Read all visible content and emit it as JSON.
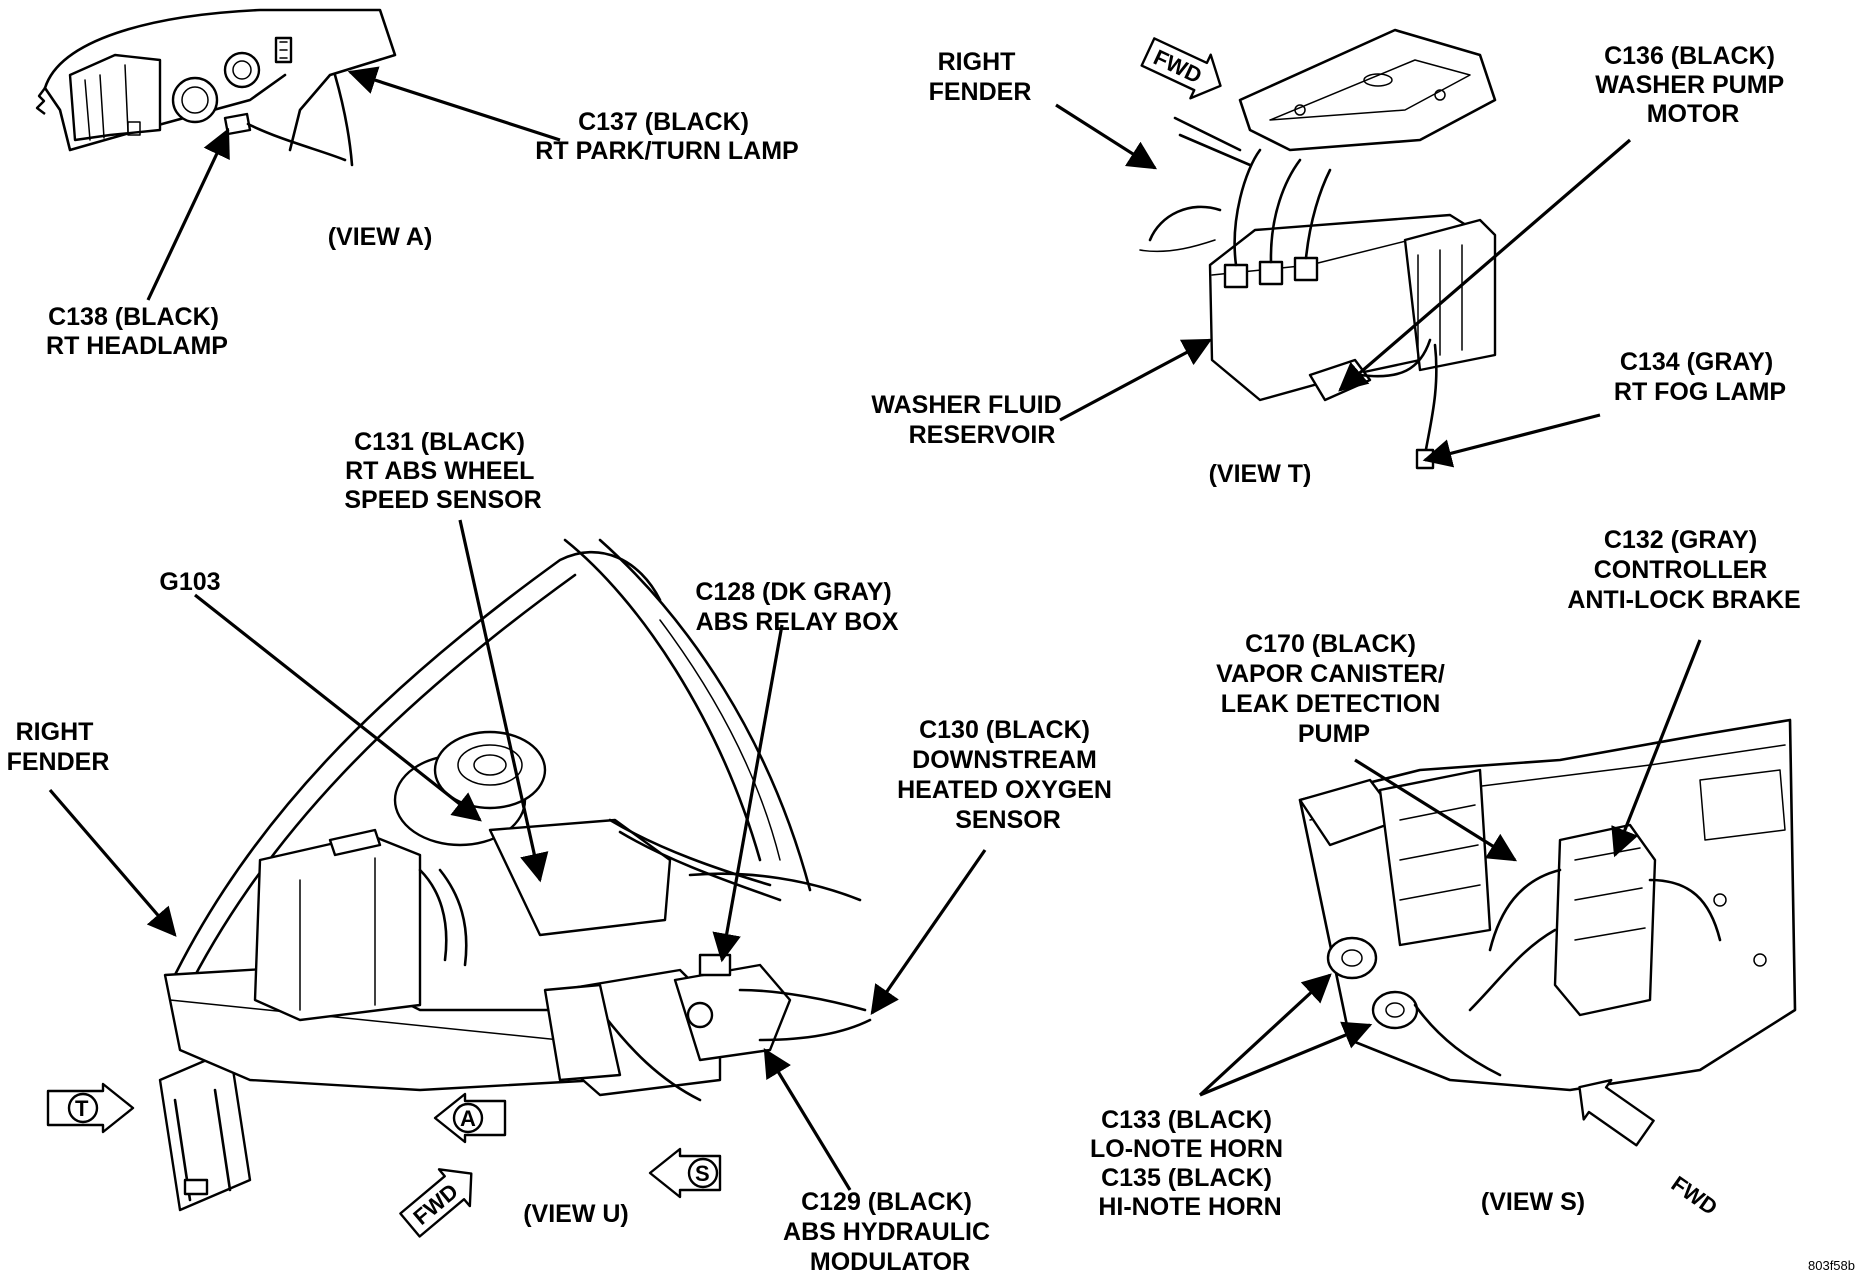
{
  "views": {
    "a": {
      "title": "(VIEW A)",
      "c137": [
        "C137 (BLACK)",
        "RT PARK/TURN LAMP"
      ],
      "c138": [
        "C138 (BLACK)",
        "RT HEADLAMP"
      ]
    },
    "t": {
      "title": "(VIEW T)",
      "fwd": "FWD",
      "right_fender": [
        "RIGHT",
        "FENDER"
      ],
      "c136": [
        "C136 (BLACK)",
        "WASHER PUMP",
        "MOTOR"
      ],
      "washer_reservoir": [
        "WASHER FLUID",
        "RESERVOIR"
      ],
      "c134": [
        "C134 (GRAY)",
        "RT FOG LAMP"
      ]
    },
    "u": {
      "title": "(VIEW U)",
      "fwd": "FWD",
      "c131": [
        "C131 (BLACK)",
        "RT ABS WHEEL",
        "SPEED SENSOR"
      ],
      "g103": "G103",
      "right_fender": [
        "RIGHT",
        "FENDER"
      ],
      "c128": [
        "C128 (DK GRAY)",
        "ABS RELAY BOX"
      ],
      "c130": [
        "C130 (BLACK)",
        "DOWNSTREAM",
        "HEATED OXYGEN",
        "SENSOR"
      ],
      "c129": [
        "C129 (BLACK)",
        "ABS HYDRAULIC",
        "MODULATOR"
      ],
      "badge_t": "T",
      "badge_a": "A",
      "badge_s": "S"
    },
    "s": {
      "title": "(VIEW S)",
      "fwd": "FWD",
      "c132": [
        "C132 (GRAY)",
        "CONTROLLER",
        "ANTI-LOCK BRAKE"
      ],
      "c170": [
        "C170 (BLACK)",
        "VAPOR CANISTER/",
        "LEAK DETECTION",
        "PUMP"
      ],
      "horns": [
        "C133 (BLACK)",
        "LO-NOTE HORN",
        "C135 (BLACK)",
        "HI-NOTE HORN"
      ]
    }
  },
  "figure_id": "803f58b"
}
